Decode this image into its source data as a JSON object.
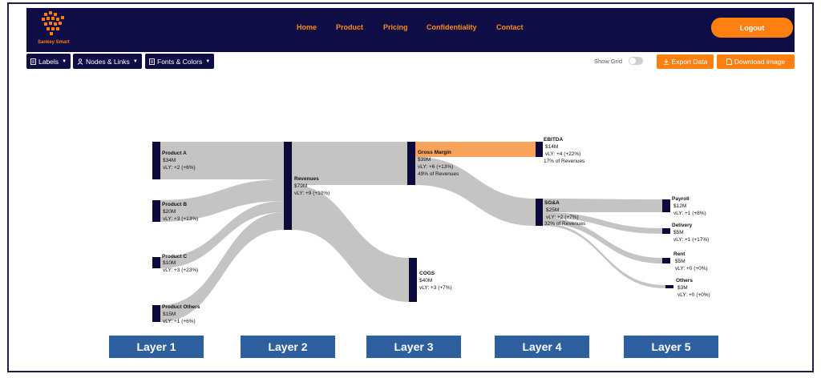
{
  "brand": {
    "name": "Sankey Smart",
    "accent": "#ff7f11",
    "navy": "#0e0d45"
  },
  "nav": {
    "items": [
      "Home",
      "Product",
      "Pricing",
      "Confidentiality",
      "Contact"
    ],
    "logout": "Logout"
  },
  "toolbar": {
    "labels": "Labels",
    "nodes_links": "Nodes & Links",
    "fonts_colors": "Fonts & Colors",
    "show_grid": "Show Grid",
    "show_grid_on": false,
    "export_data": "Export Data",
    "download_image": "Download image"
  },
  "nodes": {
    "product_a": {
      "name": "Product A",
      "value": "$34M",
      "vly": "vLY: +2 (+6%)"
    },
    "product_b": {
      "name": "Product B",
      "value": "$20M",
      "vly": "vLY: +3 (+13%)"
    },
    "product_c": {
      "name": "Product C",
      "value": "$10M",
      "vly": "vLY: +3 (+23%)"
    },
    "product_others": {
      "name": "Product Others",
      "value": "$15M",
      "vly": "vLY: +1 (+6%)"
    },
    "revenues": {
      "name": "Revenues",
      "value": "$79M",
      "vly": "vLY: +9 (+10%)"
    },
    "gross_margin": {
      "name": "Gross Margin",
      "value": "$39M",
      "vly": "vLY: +6 (+13%)",
      "share": "49% of Revenues"
    },
    "cogs": {
      "name": "COGS",
      "value": "$40M",
      "vly": "vLY: +3 (+7%)"
    },
    "ebitda": {
      "name": "EBITDA",
      "value": "$14M",
      "vly": "vLY: +4 (+22%)",
      "share": "17% of Revenues"
    },
    "sga": {
      "name": "SG&A",
      "value": "$25M",
      "vly": "vLY: +2 (+7%)",
      "share": "32% of Revenues"
    },
    "payroll": {
      "name": "Payroll",
      "value": "$12M",
      "vly": "vLY: +1 (+8%)"
    },
    "delivery": {
      "name": "Delivery",
      "value": "$5M",
      "vly": "vLY: +1 (+17%)"
    },
    "rent": {
      "name": "Rent",
      "value": "$5M",
      "vly": "vLY: +0 (+0%)"
    },
    "others": {
      "name": "Others",
      "value": "$3M",
      "vly": "vLY: +0 (+0%)"
    }
  },
  "layers": [
    "Layer 1",
    "Layer 2",
    "Layer 3",
    "Layer 4",
    "Layer 5"
  ],
  "colors": {
    "link": "#c6c3c3",
    "link_highlight": "#f7a35c",
    "node": "#0b0a3a",
    "layer_box": "#2e5f9e"
  }
}
